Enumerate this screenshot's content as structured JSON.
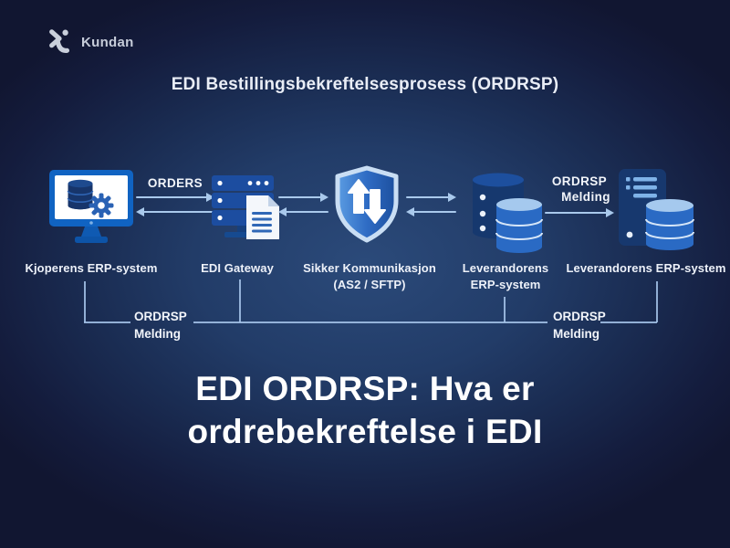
{
  "brand": {
    "name": "Kundan"
  },
  "header": {
    "title": "EDI Bestillingsbekreftelsesprosess (ORDRSP)"
  },
  "diagram": {
    "nodes": [
      {
        "id": "buyer-erp",
        "icon": "monitor-database-gear-icon",
        "label": "Kjoperens ERP-system"
      },
      {
        "id": "edi-gateway",
        "icon": "server-rack-document-icon",
        "label": "EDI Gateway"
      },
      {
        "id": "secure-communication",
        "icon": "shield-transfer-icon",
        "label": "Sikker Kommunikasjon",
        "sublabel": "(AS2 / SFTP)"
      },
      {
        "id": "supplier-erp",
        "icon": "database-stack-icon",
        "label": "Leverandorens",
        "sublabel": "ERP-system"
      },
      {
        "id": "supplier-erp-system",
        "icon": "server-tower-database-icon",
        "label": "Leverandorens ERP-system"
      }
    ],
    "flows": [
      {
        "label": "ORDERS",
        "direction": "both"
      },
      {
        "direction": "both"
      },
      {
        "direction": "both"
      },
      {
        "label": "ORDRSP",
        "sublabel": "Melding",
        "direction": "right"
      }
    ],
    "return_path": {
      "left_label_line1": "ORDRSP",
      "left_label_line2": "Melding",
      "right_label_line1": "ORDRSP",
      "right_label_line2": "Melding"
    }
  },
  "footer": {
    "heading_line1": "EDI ORDRSP: Hva er",
    "heading_line2": "ordrebekreftelse i EDI"
  },
  "colors": {
    "background_center": "#2b4a7a",
    "background_edge": "#111631",
    "arrow_accent": "#a9c9ec",
    "icon_bright_blue": "#1063c2",
    "icon_dark_navy": "#16386e",
    "text_primary": "#ffffff",
    "text_soft": "#e9edf6"
  }
}
